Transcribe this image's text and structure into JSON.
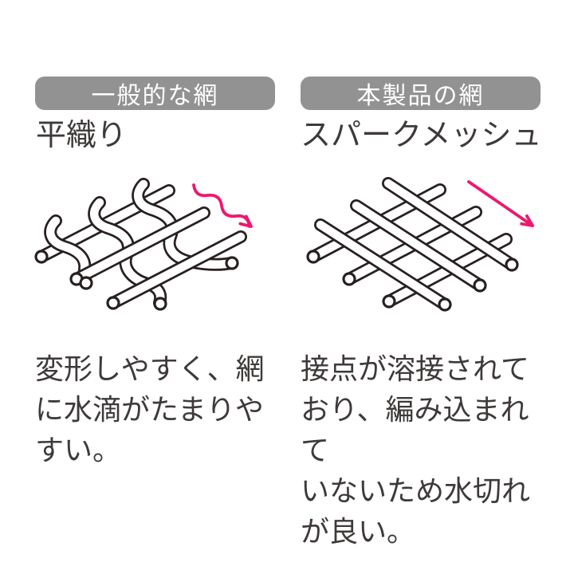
{
  "colors": {
    "band_bg": "#929292",
    "band_text": "#ffffff",
    "text": "#3e3a39",
    "line": "#282020",
    "accent": "#ec196f",
    "canvas": "#ffffff"
  },
  "left": {
    "badge": "一般的な網",
    "title": "平織り",
    "illustration": "woven-mesh",
    "arrow": "wavy-arrow-down-right",
    "description": "変形しやすく、網\nに水滴がたまりや\nすい。"
  },
  "right": {
    "badge": "本製品の網",
    "title": "スパークメッシュ",
    "illustration": "welded-mesh",
    "arrow": "straight-arrow-down-right",
    "description": "接点が溶接されて\nおり、編み込まれて\nいないため水切れ\nが良い。"
  }
}
